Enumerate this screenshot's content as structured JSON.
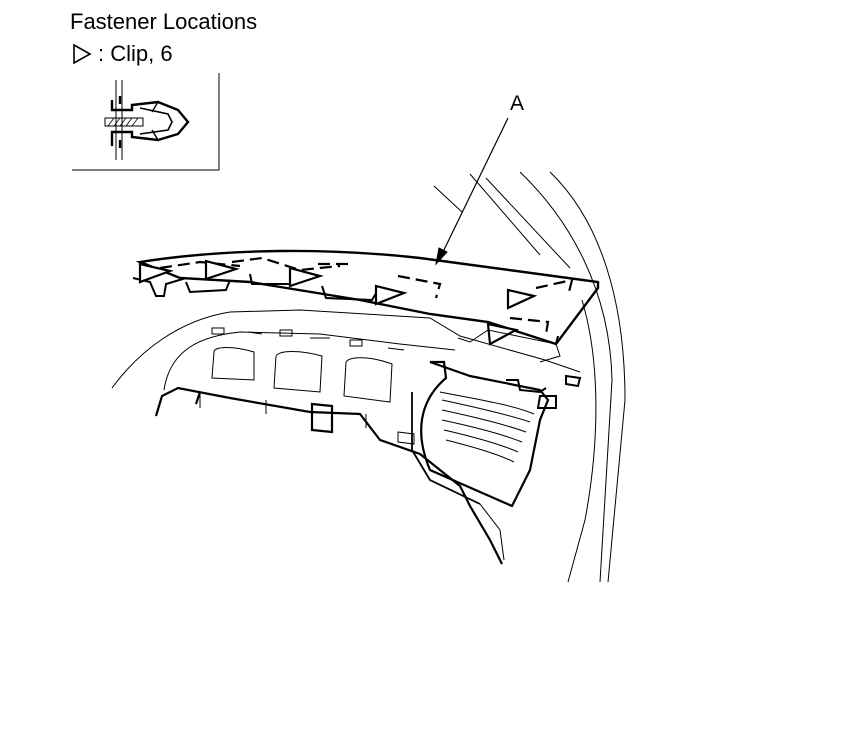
{
  "title": "Fastener Locations",
  "legend": {
    "symbol": "clip-triangle-icon",
    "text": ": Clip, 6"
  },
  "callout": {
    "label": "A"
  },
  "colors": {
    "line": "#000000",
    "background": "#ffffff"
  }
}
